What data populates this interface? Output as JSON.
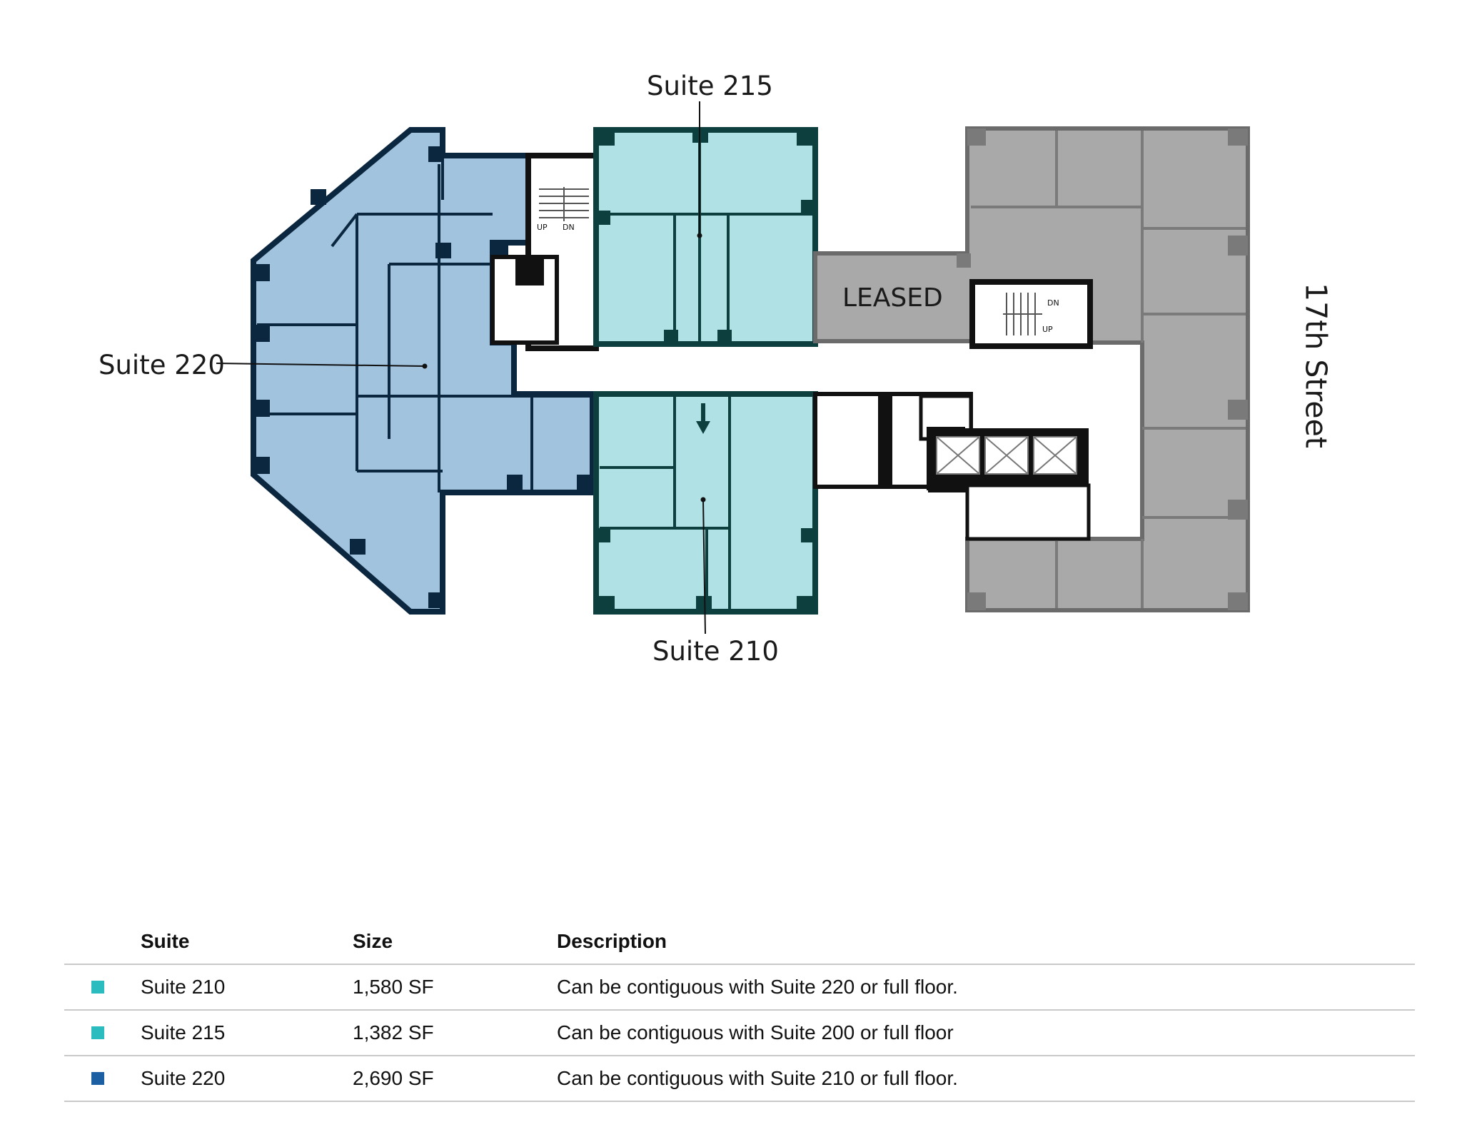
{
  "plan": {
    "labels": {
      "suite_215": "Suite 215",
      "suite_210": "Suite 210",
      "suite_220": "Suite 220",
      "leased": "LEASED",
      "street": "17th Street"
    },
    "stairs": {
      "up": "UP",
      "dn": "DN"
    },
    "colors": {
      "suite_220_fill": "#a2c3de",
      "suite_210_215_fill": "#b0e1e4",
      "leased_fill": "#a9a9a9",
      "suite_220_wall": "#0b2740",
      "suite_210_215_wall": "#0e3f3f",
      "leased_wall": "#6b6b6b"
    }
  },
  "table": {
    "headers": {
      "suite": "Suite",
      "size": "Size",
      "description": "Description"
    },
    "rows": [
      {
        "suite": "Suite 210",
        "size": "1,580 SF",
        "description": "Can be contiguous with Suite 220 or full floor.",
        "swatch": "#2bbcbf"
      },
      {
        "suite": "Suite 215",
        "size": "1,382 SF",
        "description": "Can be contiguous with Suite 200 or full floor",
        "swatch": "#2bbcbf"
      },
      {
        "suite": "Suite 220",
        "size": "2,690 SF",
        "description": "Can be contiguous with Suite 210 or full floor.",
        "swatch": "#1d5fa3"
      }
    ]
  }
}
